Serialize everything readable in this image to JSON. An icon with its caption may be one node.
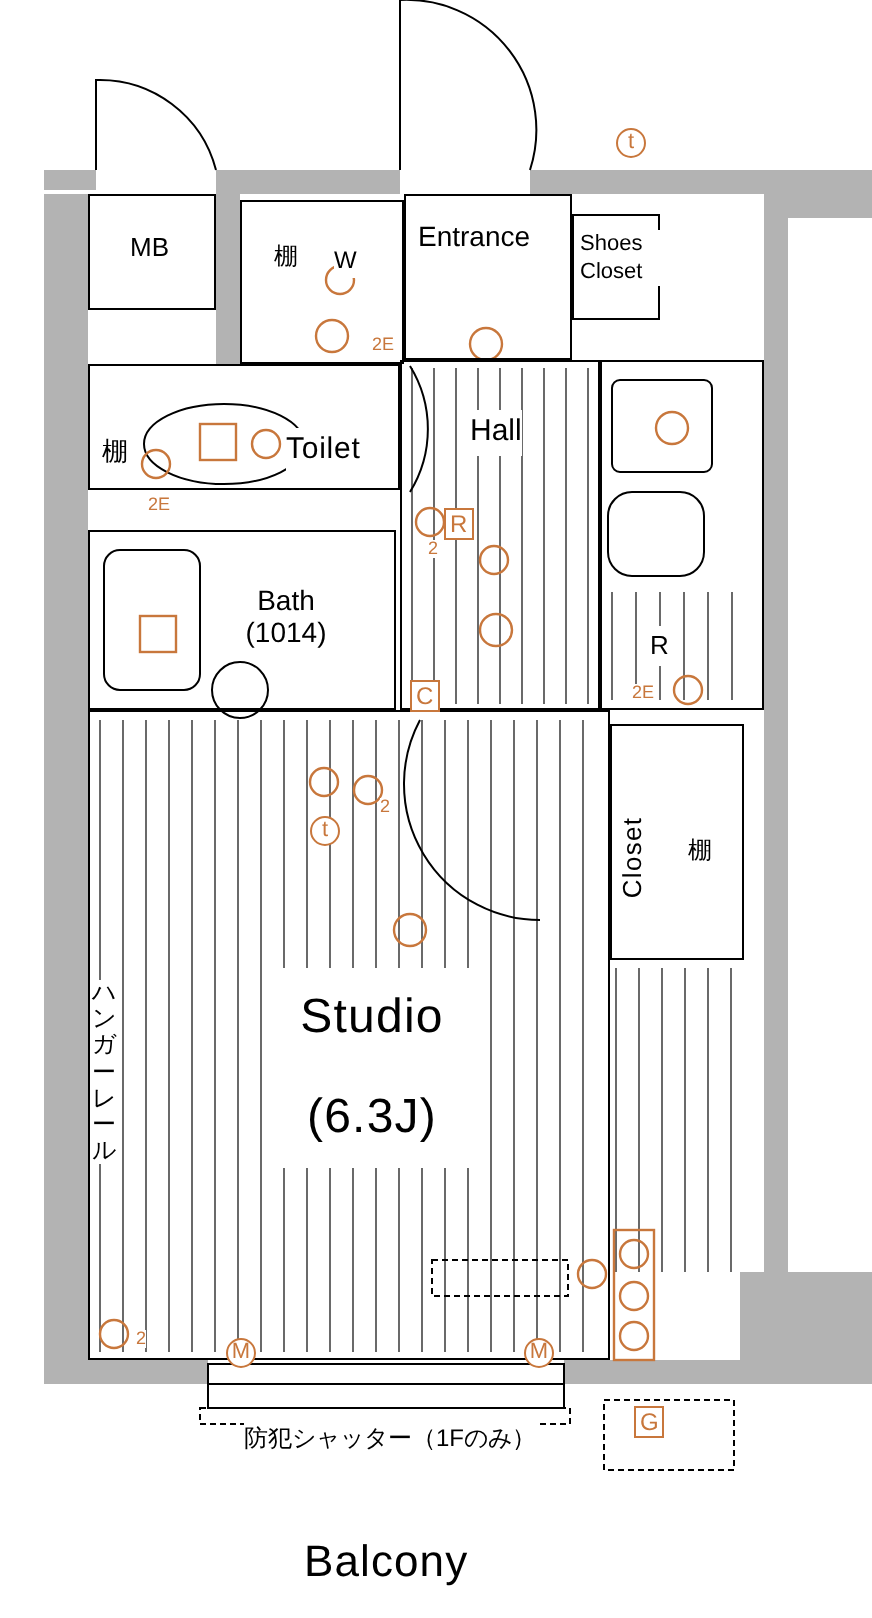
{
  "diagram": {
    "nodes": [
      {
        "text": [
          "MB"
        ]
      },
      {
        "text": [
          "棚",
          "W"
        ]
      },
      {
        "text": [
          "Entrance"
        ]
      },
      {
        "text": [
          "Shoes Closet"
        ]
      },
      {
        "text": [
          "棚",
          "Toilet"
        ]
      },
      {
        "text": [
          "Hall"
        ]
      },
      {
        "text": [
          "R"
        ]
      },
      {
        "text": [
          "Bath (1014)"
        ]
      },
      {
        "text": [
          "Closet",
          "棚"
        ]
      },
      {
        "text": [
          "Studio (6.3J)"
        ]
      },
      {
        "text": [
          "Balcony"
        ]
      }
    ],
    "labels": [
      "t",
      "2E",
      "2E",
      "R",
      "2",
      "C",
      "2E",
      "2",
      "t",
      "ハンガーレール",
      "2",
      "M",
      "M",
      "G",
      "防犯シャッター（1Fのみ）"
    ]
  }
}
